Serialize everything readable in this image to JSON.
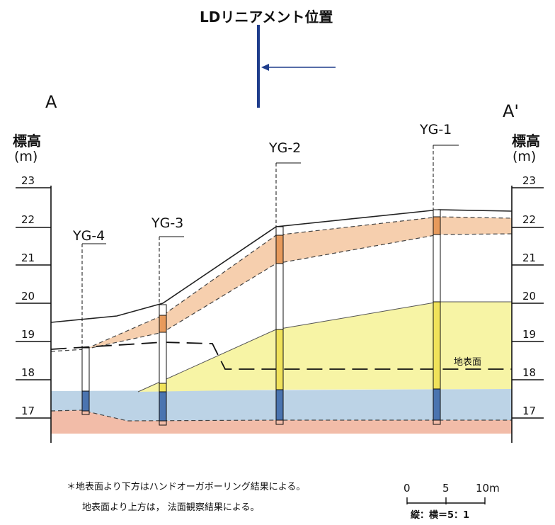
{
  "title": "LDリニアメント位置",
  "section": {
    "start_label": "A",
    "end_label": "A'"
  },
  "axis": {
    "left_label_1": "標高",
    "left_label_2": "(m)",
    "right_label_1": "標高",
    "right_label_2": "(m)",
    "ticks": [
      "23",
      "22",
      "21",
      "20",
      "19",
      "18",
      "17"
    ]
  },
  "boreholes": [
    "YG-4",
    "YG-3",
    "YG-2",
    "YG-1"
  ],
  "ground_surface_label": "地表面",
  "notes": {
    "line1": "＊地表面より下方はハンドオーガボーリング結果による。",
    "line2": "地表面より上方は， 法面観察結果による。"
  },
  "scale": {
    "labels": [
      "0",
      "5",
      "10m"
    ],
    "ratio": "縦：横＝5：1"
  },
  "colors": {
    "orange_layer": "#f6cfae",
    "yellow_layer": "#f7f4a5",
    "blue_layer": "#bcd3e6",
    "pink_layer": "#f2bca8",
    "arrow": "#1f3d8c"
  }
}
